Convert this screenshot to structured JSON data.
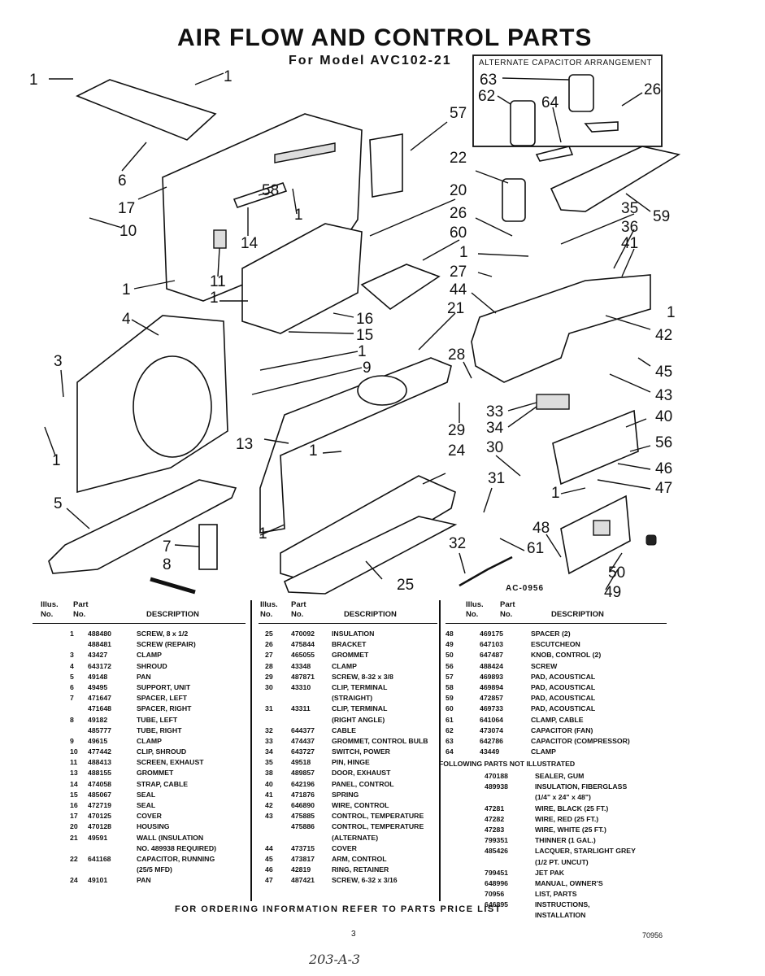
{
  "header": {
    "title": "AIR FLOW AND CONTROL PARTS",
    "subtitle": "For  Model   AVC102-21"
  },
  "diagram": {
    "alt_title": "ALTERNATE CAPACITOR ARRANGEMENT",
    "drawing_id": "AC-0956"
  },
  "table_headers": {
    "illus": "Illus.",
    "part": "Part",
    "no": "No.",
    "description": "DESCRIPTION"
  },
  "col1": [
    [
      "1",
      "488480",
      "SCREW, 8 x 1/2"
    ],
    [
      "",
      "488481",
      "SCREW (REPAIR)"
    ],
    [
      "3",
      "43427",
      "CLAMP"
    ],
    [
      "4",
      "643172",
      "SHROUD"
    ],
    [
      "5",
      "49148",
      "PAN"
    ],
    [
      "6",
      "49495",
      "SUPPORT, UNIT"
    ],
    [
      "7",
      "471647",
      "SPACER, LEFT"
    ],
    [
      "",
      "471648",
      "SPACER, RIGHT"
    ],
    [
      "8",
      "49182",
      "TUBE, LEFT"
    ],
    [
      "",
      "485777",
      "TUBE, RIGHT"
    ],
    [
      "9",
      "49615",
      "CLAMP"
    ],
    [
      "10",
      "477442",
      "CLIP, SHROUD"
    ],
    [
      "11",
      "488413",
      "SCREEN, EXHAUST"
    ],
    [
      "13",
      "488155",
      "GROMMET"
    ],
    [
      "14",
      "474058",
      "STRAP, CABLE"
    ],
    [
      "15",
      "485067",
      "SEAL"
    ],
    [
      "16",
      "472719",
      "SEAL"
    ],
    [
      "17",
      "470125",
      "COVER"
    ],
    [
      "20",
      "470128",
      "HOUSING"
    ],
    [
      "21",
      "49591",
      "WALL (INSULATION"
    ],
    [
      "",
      "",
      "NO. 489938 REQUIRED)"
    ],
    [
      "22",
      "641168",
      "CAPACITOR, RUNNING"
    ],
    [
      "",
      "",
      "(25/5 MFD)"
    ],
    [
      "24",
      "49101",
      "PAN"
    ]
  ],
  "col2": [
    [
      "25",
      "470092",
      "INSULATION"
    ],
    [
      "26",
      "475844",
      "BRACKET"
    ],
    [
      "27",
      "465055",
      "GROMMET"
    ],
    [
      "28",
      "43348",
      "CLAMP"
    ],
    [
      "29",
      "487871",
      "SCREW, 8-32 x 3/8"
    ],
    [
      "30",
      "43310",
      "CLIP, TERMINAL"
    ],
    [
      "",
      "",
      "(STRAIGHT)"
    ],
    [
      "31",
      "43311",
      "CLIP, TERMINAL"
    ],
    [
      "",
      "",
      "(RIGHT ANGLE)"
    ],
    [
      "32",
      "644377",
      "CABLE"
    ],
    [
      "33",
      "474437",
      "GROMMET, CONTROL BULB"
    ],
    [
      "34",
      "643727",
      "SWITCH, POWER"
    ],
    [
      "35",
      "49518",
      "PIN, HINGE"
    ],
    [
      "38",
      "489857",
      "DOOR, EXHAUST"
    ],
    [
      "40",
      "642196",
      "PANEL, CONTROL"
    ],
    [
      "41",
      "471876",
      "SPRING"
    ],
    [
      "42",
      "646890",
      "WIRE, CONTROL"
    ],
    [
      "43",
      "475885",
      "CONTROL, TEMPERATURE"
    ],
    [
      "",
      "475886",
      "CONTROL, TEMPERATURE"
    ],
    [
      "",
      "",
      "(ALTERNATE)"
    ],
    [
      "44",
      "473715",
      "COVER"
    ],
    [
      "45",
      "473817",
      "ARM, CONTROL"
    ],
    [
      "46",
      "42819",
      "RING, RETAINER"
    ],
    [
      "47",
      "487421",
      "SCREW, 6-32 x 3/16"
    ]
  ],
  "col3": [
    [
      "48",
      "469175",
      "SPACER (2)"
    ],
    [
      "49",
      "647103",
      "ESCUTCHEON"
    ],
    [
      "50",
      "647487",
      "KNOB, CONTROL (2)"
    ],
    [
      "56",
      "488424",
      "SCREW"
    ],
    [
      "57",
      "469893",
      "PAD, ACOUSTICAL"
    ],
    [
      "58",
      "469894",
      "PAD, ACOUSTICAL"
    ],
    [
      "59",
      "472857",
      "PAD, ACOUSTICAL"
    ],
    [
      "60",
      "469733",
      "PAD, ACOUSTICAL"
    ],
    [
      "61",
      "641064",
      "CLAMP, CABLE"
    ],
    [
      "62",
      "473074",
      "CAPACITOR (FAN)"
    ],
    [
      "63",
      "642786",
      "CAPACITOR (COMPRESSOR)"
    ],
    [
      "64",
      "43449",
      "CLAMP"
    ]
  ],
  "not_illustrated_heading": "FOLLOWING PARTS NOT ILLUSTRATED",
  "not_illustrated": [
    [
      "470188",
      "SEALER, GUM"
    ],
    [
      "489938",
      "INSULATION, FIBERGLASS"
    ],
    [
      "",
      "(1/4\" x 24\" x 48\")"
    ],
    [
      "47281",
      "WIRE, BLACK (25 FT.)"
    ],
    [
      "47282",
      "WIRE, RED (25 FT.)"
    ],
    [
      "47283",
      "WIRE, WHITE (25 FT.)"
    ],
    [
      "799351",
      "THINNER (1 GAL.)"
    ],
    [
      "485426",
      "LACQUER, STARLIGHT GREY"
    ],
    [
      "",
      "(1/2 PT. UNCUT)"
    ],
    [
      "799451",
      "JET PAK"
    ],
    [
      "648996",
      "MANUAL, OWNER'S"
    ],
    [
      "70956",
      "LIST, PARTS"
    ],
    [
      "646895",
      "INSTRUCTIONS,"
    ],
    [
      "",
      "INSTALLATION"
    ]
  ],
  "footer": {
    "ordering": "FOR ORDERING INFORMATION REFER TO PARTS PRICE LIST",
    "page": "3",
    "doc_number": "70956",
    "handwritten": "203-A-3"
  },
  "callouts": [
    "1",
    "1",
    "6",
    "17",
    "10",
    "58",
    "14",
    "1",
    "11",
    "1",
    "4",
    "3",
    "1",
    "5",
    "7",
    "8",
    "1",
    "16",
    "15",
    "1",
    "9",
    "13",
    "1",
    "20",
    "60",
    "21",
    "57",
    "22",
    "26",
    "1",
    "27",
    "44",
    "28",
    "29",
    "24",
    "25",
    "30",
    "31",
    "32",
    "61",
    "63",
    "62",
    "64",
    "26",
    "59",
    "35",
    "36",
    "41",
    "1",
    "42",
    "45",
    "43",
    "33",
    "34",
    "40",
    "56",
    "46",
    "47",
    "1",
    "48",
    "50",
    "49",
    "1"
  ]
}
